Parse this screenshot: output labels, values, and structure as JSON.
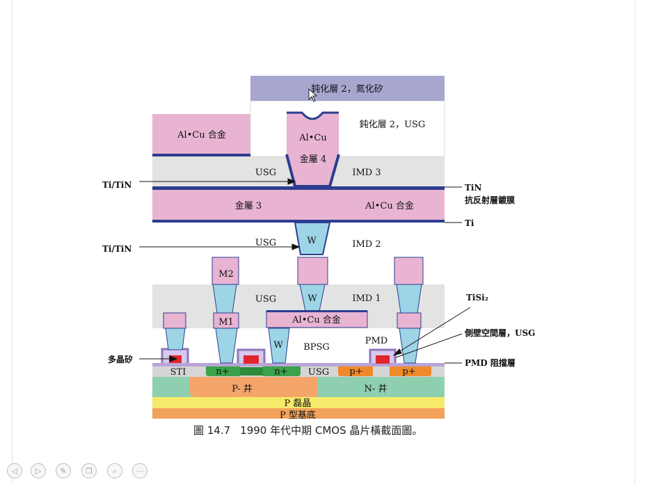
{
  "diagram": {
    "layers": {
      "passivation2_sin": "鈍化層 2，氮化矽",
      "passivation2_usg": "鈍化層 2，USG",
      "alcu_left": "Al•Cu 合金",
      "alcu_top_plug": "Al•Cu",
      "metal4": "金屬 4",
      "usg_top": "USG",
      "imd3": "IMD 3",
      "metal3": "金屬 3",
      "alcu_metal3": "Al•Cu 合金",
      "usg_mid": "USG",
      "w_top": "W",
      "imd2": "IMD 2",
      "m2": "M2",
      "usg_low": "USG",
      "w_mid": "W",
      "imd1": "IMD 1",
      "m1": "M1",
      "alcu_low": "Al•Cu 合金",
      "w_low": "W",
      "bpsg": "BPSG",
      "pmd": "PMD",
      "sti": "STI",
      "n_plus_1": "n+",
      "n_plus_2": "n+",
      "usg_sub": "USG",
      "p_plus_1": "p+",
      "p_plus_2": "p+",
      "p_well": "P- 井",
      "n_well": "N- 井",
      "p_epi": "P 磊晶",
      "p_substrate": "P 型基底"
    },
    "callouts": {
      "ti_tin_upper": "Ti/TiN",
      "ti_tin_lower": "Ti/TiN",
      "tin": "TiN",
      "arc": "抗反射層鍍膜",
      "ti": "Ti",
      "tisi2": "TiSi₂",
      "sidewall": "側壁空間層，USG",
      "poly": "多晶矽",
      "pmd_barrier": "PMD 阻擋層"
    },
    "colors": {
      "passivation_sin": "#a6a6cf",
      "alcu": "#e8b4d2",
      "oxide_gray": "#e3e3e3",
      "tungsten": "#9dd4e6",
      "metal_liner": "#2b3d8f",
      "n_plus": "#3aa24a",
      "p_plus": "#ef8a2a",
      "p_well": "#f5a56a",
      "n_well": "#8ecfb0",
      "p_epi": "#f6ea6a",
      "p_substrate": "#f2a25a",
      "poly_red": "#e0262b"
    }
  },
  "caption": {
    "figure_no": "圖 14.7",
    "text": "1990 年代中期 CMOS 晶片橫截面圖。"
  },
  "nav": {
    "prev_icon": "◁",
    "next_icon": "▷",
    "pen_icon": "✎",
    "copy_icon": "❐",
    "zoom_icon": "⌕",
    "more_icon": "⋯"
  }
}
